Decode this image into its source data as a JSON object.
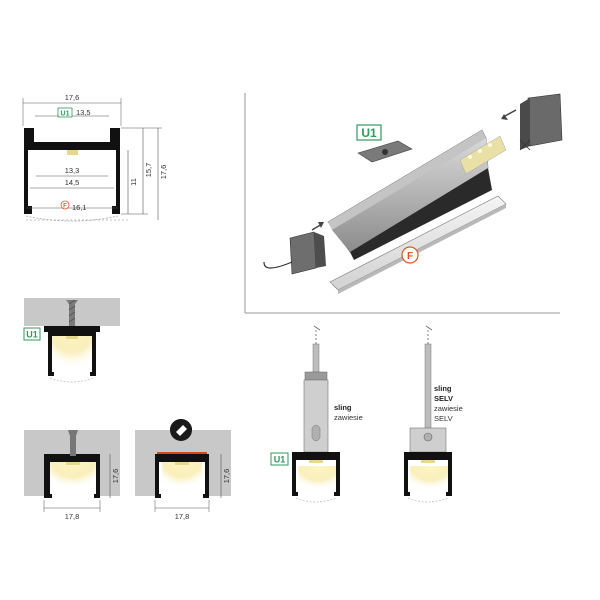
{
  "cross_section": {
    "width_top": "17,6",
    "u1_label": "U1",
    "u1_width": "13,5",
    "inner_width_1": "13,3",
    "inner_width_2": "14,5",
    "cover_label": "F",
    "cover_width": "16,1",
    "height_inner": "11",
    "height_mid": "15,7",
    "height_total": "17,6"
  },
  "exploded_view": {
    "u1_label": "U1",
    "cover_label": "F"
  },
  "mount_screw": {
    "u1_label": "U1"
  },
  "recessed_a": {
    "height": "17,6",
    "width": "17,8"
  },
  "recessed_b": {
    "height": "17,6",
    "width": "17,8"
  },
  "sling_mount": {
    "u1_label": "U1",
    "line1": "sling",
    "line2": "zawiesie"
  },
  "selv_mount": {
    "line1": "sling",
    "line2": "SELV",
    "line3": "zawiesie",
    "line4": "SELV"
  },
  "colors": {
    "profile": "#111111",
    "u1_green": "#2f9a5a",
    "cover_orange": "#e0561f",
    "wall_gray": "#c8c8c8",
    "glue_red": "#d9461a"
  }
}
